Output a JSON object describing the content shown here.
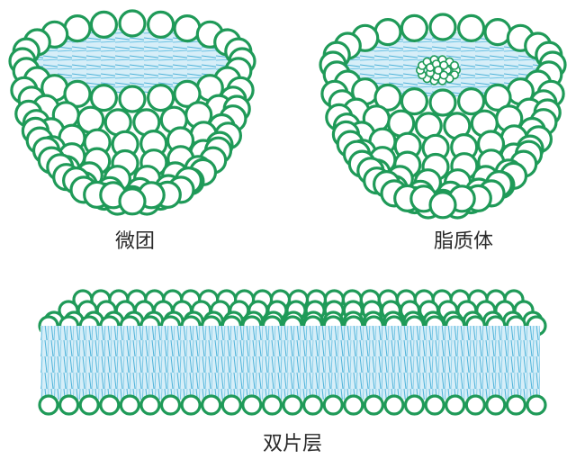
{
  "colors": {
    "head_stroke": "#1f9a58",
    "tail": "#4fb3d9",
    "tail_light": "#c6e7f5",
    "background": "#ffffff",
    "caption": "#2a2a2a"
  },
  "structures": [
    {
      "key": "micelle",
      "label": "微团",
      "shape": "bowl"
    },
    {
      "key": "liposome",
      "label": "脂质体",
      "shape": "bowl-with-inner-vesicle"
    },
    {
      "key": "bilayer",
      "label": "双片层",
      "shape": "slab"
    }
  ]
}
